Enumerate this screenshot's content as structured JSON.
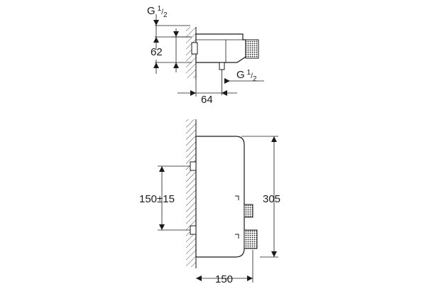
{
  "top_view": {
    "inlet_label": {
      "base": "G",
      "num": "1",
      "den": "2"
    },
    "outlet_label": {
      "base": "G",
      "num": "1",
      "den": "2"
    },
    "height_dim": "62",
    "depth_dim": "64"
  },
  "front_view": {
    "spacing_dim": "150±15",
    "height_dim": "305",
    "width_dim": "150"
  },
  "colors": {
    "ink": "#1a1a1a",
    "background": "#ffffff"
  }
}
